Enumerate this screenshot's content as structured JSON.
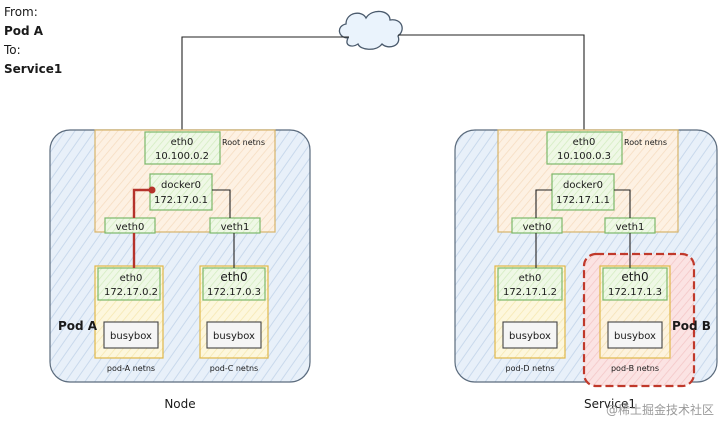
{
  "header": {
    "from_label": "From:",
    "from_value": "Pod A",
    "to_label": "To:",
    "to_value": "Service1"
  },
  "left_node": {
    "footer_label": "Node",
    "root_ns_label": "Root netns",
    "eth0_name": "eth0",
    "eth0_ip": "10.100.0.2",
    "bridge_name": "docker0",
    "bridge_ip": "172.17.0.1",
    "veth_left": "veth0",
    "veth_right": "veth1",
    "pod_left": {
      "side_label": "Pod A",
      "eth_name": "eth0",
      "eth_ip": "172.17.0.2",
      "container": "busybox",
      "netns": "pod-A netns"
    },
    "pod_right": {
      "eth_name": "eth0",
      "eth_ip": "172.17.0.3",
      "container": "busybox",
      "netns": "pod-C netns"
    }
  },
  "right_node": {
    "footer_label": "Service1",
    "root_ns_label": "Root netns",
    "eth0_name": "eth0",
    "eth0_ip": "10.100.0.3",
    "bridge_name": "docker0",
    "bridge_ip": "172.17.1.1",
    "veth_left": "veth0",
    "veth_right": "veth1",
    "pod_left": {
      "eth_name": "eth0",
      "eth_ip": "172.17.1.2",
      "container": "busybox",
      "netns": "pod-D netns"
    },
    "pod_right": {
      "side_label": "Pod B",
      "eth_name": "eth0",
      "eth_ip": "172.17.1.3",
      "container": "busybox",
      "netns": "pod-B netns"
    }
  },
  "watermark": "@稀土掘金技术社区",
  "colors": {
    "node_fill": "#dde8f5",
    "node_stroke": "#5b6b7d",
    "root_fill": "#fbe9d6",
    "root_stroke": "#d7b46a",
    "iface_fill": "#e6f4d9",
    "iface_stroke": "#7cb86a",
    "pod_fill": "#fbf2cf",
    "pod_stroke": "#e0b84a",
    "path_red": "#b5332b",
    "highlight": "#c0392b"
  }
}
